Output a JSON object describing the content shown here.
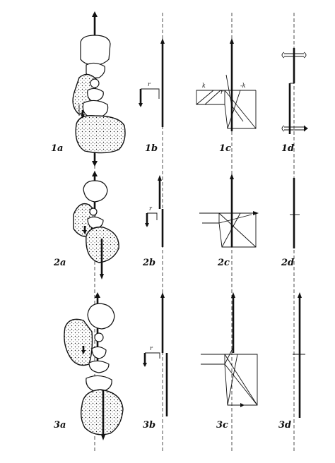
{
  "panels": {
    "row1": {
      "a": "1a",
      "b": "1b",
      "c": "1c",
      "d": "1d",
      "mark_r": "r",
      "mark_k": "k",
      "mark_minus_k": "-k"
    },
    "row2": {
      "a": "2a",
      "b": "2b",
      "c": "2c",
      "d": "2d",
      "mark_r": "r"
    },
    "row3": {
      "a": "3a",
      "b": "3b",
      "c": "3c",
      "d": "3d",
      "mark_r": "r"
    }
  }
}
